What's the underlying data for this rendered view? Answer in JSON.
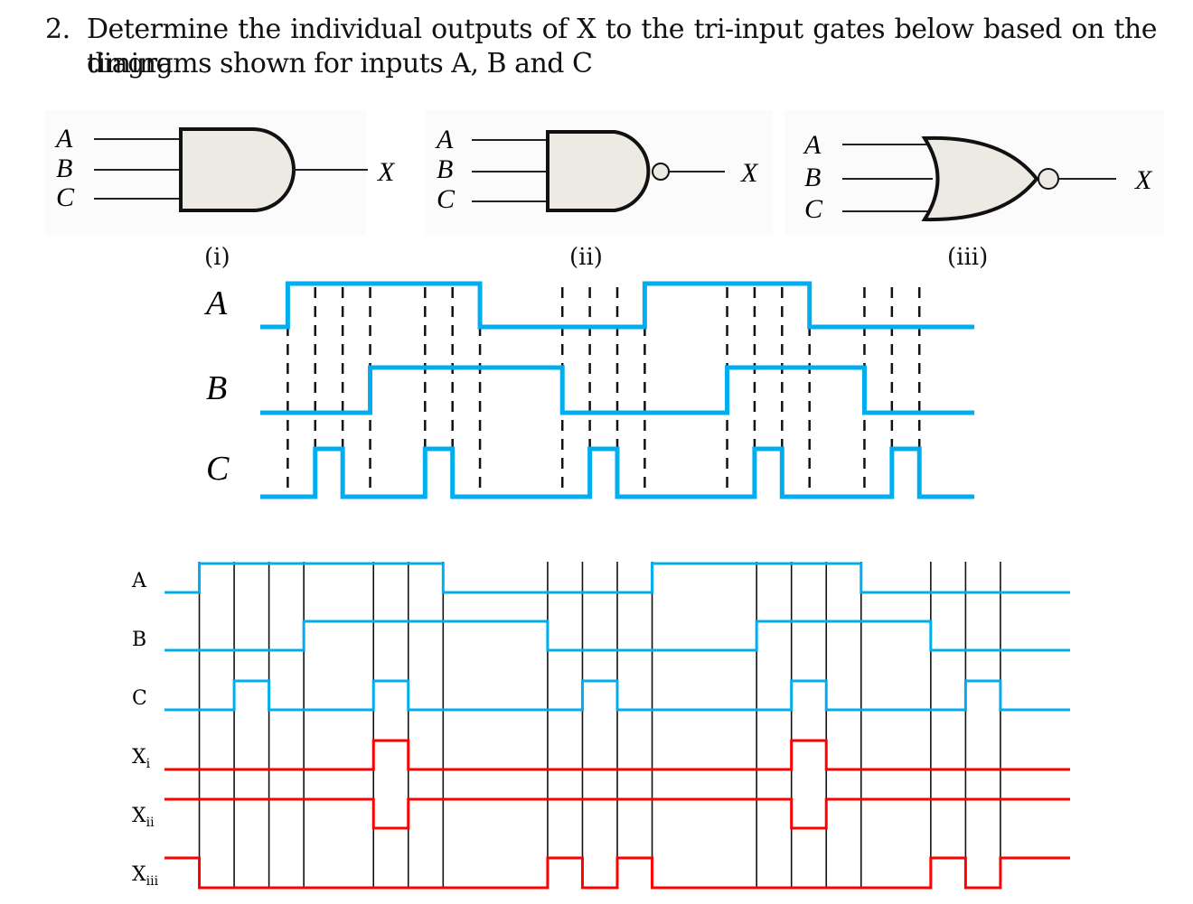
{
  "question": {
    "number": "2.",
    "line1": "Determine the individual outputs of X to the tri-input gates below based on the timing",
    "line2": "diagrams shown for inputs A, B and C"
  },
  "gates": [
    {
      "id": "i",
      "type": "AND",
      "caption": "(i)",
      "inputs": [
        "A",
        "B",
        "C"
      ],
      "output": "X"
    },
    {
      "id": "ii",
      "type": "NAND",
      "caption": "(ii)",
      "inputs": [
        "A",
        "B",
        "C"
      ],
      "output": "X"
    },
    {
      "id": "iii",
      "type": "NOR",
      "caption": "(iii)",
      "inputs": [
        "A",
        "B",
        "C"
      ],
      "output": "X"
    }
  ],
  "colors": {
    "input_signal": "#00aeef",
    "output_signal": "#ff0000",
    "gate_fill": "#ede9e3",
    "gate_stroke": "#111111",
    "grid": "#111111"
  },
  "timing_given": {
    "labels": [
      "A",
      "B",
      "C"
    ],
    "time_span": [
      0,
      26
    ],
    "signals": {
      "A": {
        "initial": 0,
        "transitions": [
          1,
          8,
          14,
          20
        ]
      },
      "B": {
        "initial": 0,
        "transitions": [
          4,
          11,
          17,
          22
        ]
      },
      "C": {
        "initial": 0,
        "transitions": [
          2,
          3,
          6,
          7,
          12,
          13,
          18,
          19,
          23,
          24
        ]
      }
    },
    "marker_times": [
      1,
      2,
      3,
      4,
      6,
      7,
      8,
      11,
      12,
      13,
      14,
      17,
      18,
      19,
      20,
      22,
      23,
      24
    ]
  },
  "timing_answer": {
    "labels": [
      "A",
      "B",
      "C",
      "X",
      "X",
      "X"
    ],
    "subscripts": [
      "",
      "",
      "",
      "i",
      "ii",
      "iii"
    ],
    "time_span": [
      0,
      26
    ],
    "signals": [
      {
        "name": "A",
        "initial": 0,
        "transitions": [
          1,
          8,
          14,
          20
        ],
        "kind": "input"
      },
      {
        "name": "B",
        "initial": 0,
        "transitions": [
          4,
          11,
          17,
          22
        ],
        "kind": "input"
      },
      {
        "name": "C",
        "initial": 0,
        "transitions": [
          2,
          3,
          6,
          7,
          12,
          13,
          18,
          19,
          23,
          24
        ],
        "kind": "input"
      },
      {
        "name": "Xi",
        "initial": 0,
        "transitions": [
          6,
          7,
          18,
          19
        ],
        "kind": "output"
      },
      {
        "name": "Xii",
        "initial": 1,
        "transitions": [
          6,
          7,
          18,
          19
        ],
        "kind": "output"
      },
      {
        "name": "Xiii",
        "initial": 1,
        "transitions": [
          1,
          11,
          12,
          13,
          14,
          22,
          23,
          24
        ],
        "kind": "output"
      }
    ],
    "grid_times": [
      1,
      2,
      3,
      4,
      6,
      7,
      8,
      11,
      12,
      13,
      14,
      17,
      18,
      19,
      20,
      22,
      23,
      24
    ]
  }
}
